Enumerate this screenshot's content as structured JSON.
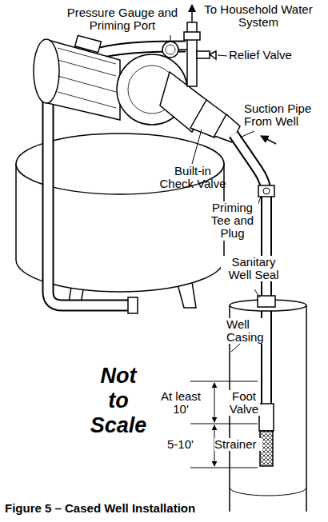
{
  "diagram": {
    "caption": "Figure 5 – Cased Well Installation",
    "labels": [
      "Pressure Gauge and Priming Port",
      "To Household Water System",
      "Relief Valve",
      "Suction Pipe From Well",
      "Built-in Check Valve",
      "Priming Tee and Plug",
      "Sanitary Well Seal",
      "Well Casing",
      "Not to Scale",
      "At least 10'",
      "Foot Valve",
      "5-10'",
      "Strainer"
    ]
  }
}
